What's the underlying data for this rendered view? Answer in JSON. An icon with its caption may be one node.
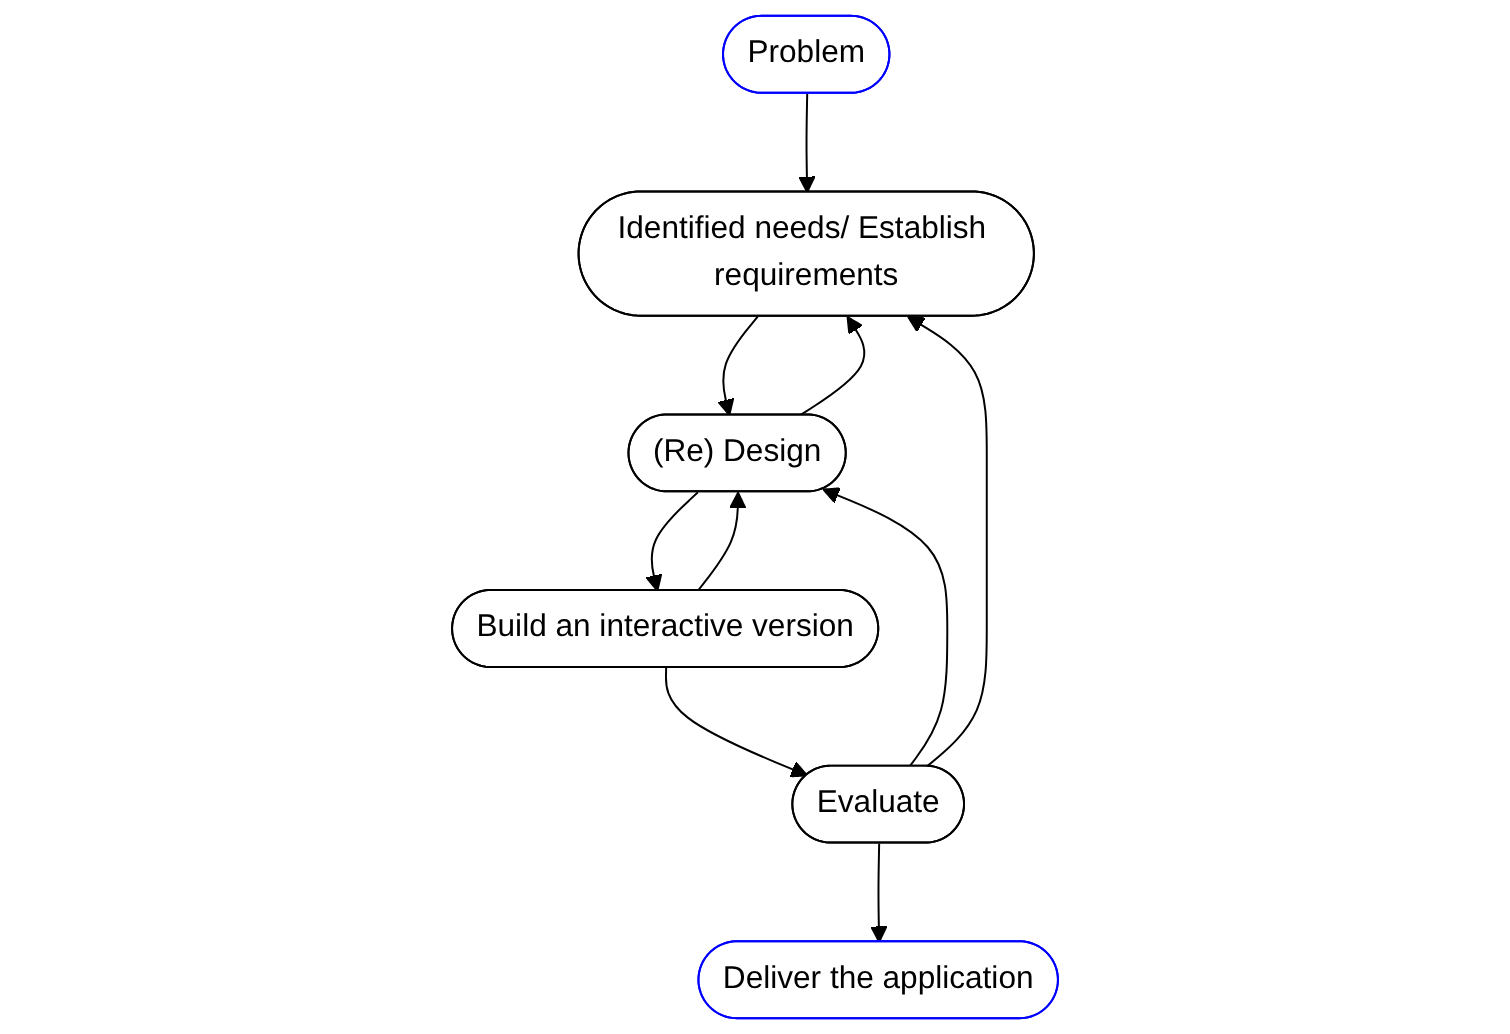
{
  "diagram": {
    "nodes": [
      {
        "text": [
          "Problem"
        ]
      },
      {
        "text": [
          "Identified needs/ Establish requirements"
        ]
      },
      {
        "text": [
          "(Re) Design"
        ]
      },
      {
        "text": [
          "Evaluate"
        ]
      },
      {
        "text": [
          "Build an interactive version"
        ]
      },
      {
        "text": [
          "Deliver the application"
        ]
      }
    ],
    "edges": [
      {
        "from": 0,
        "to": 1,
        "arrow": "to"
      },
      {
        "from": 1,
        "to": 2,
        "arrow": "to"
      },
      {
        "from": 2,
        "to": 1,
        "arrow": "to"
      },
      {
        "from": 3,
        "to": 1,
        "arrow": "to"
      },
      {
        "from": 3,
        "to": 2,
        "arrow": "to"
      },
      {
        "from": 2,
        "to": 4,
        "arrow": "to"
      },
      {
        "from": 4,
        "to": 2,
        "arrow": "to"
      },
      {
        "from": 4,
        "to": 3,
        "arrow": "to"
      },
      {
        "from": 3,
        "to": 5,
        "arrow": "to"
      }
    ]
  }
}
